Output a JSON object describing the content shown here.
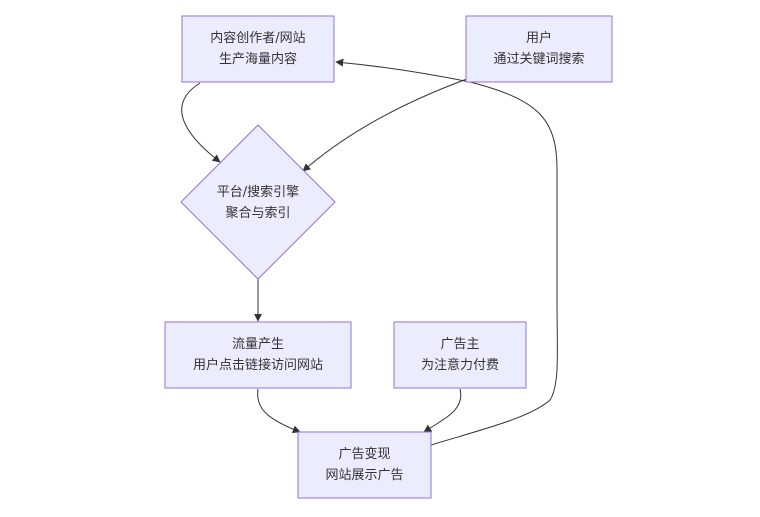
{
  "diagram": {
    "type": "flowchart",
    "colors": {
      "node_fill": "#ECECFF",
      "node_stroke": "#9370DB",
      "edge": "#333333",
      "text": "#333333"
    },
    "nodes": [
      {
        "id": "creator",
        "shape": "rect",
        "line1": "内容创作者/网站",
        "line2": "生产海量内容"
      },
      {
        "id": "user",
        "shape": "rect",
        "line1": "用户",
        "line2": "通过关键词搜索"
      },
      {
        "id": "platform",
        "shape": "diamond",
        "line1": "平台/搜索引擎",
        "line2": "聚合与索引"
      },
      {
        "id": "traffic",
        "shape": "rect",
        "line1": "流量产生",
        "line2": "用户点击链接访问网站"
      },
      {
        "id": "advertiser",
        "shape": "rect",
        "line1": "广告主",
        "line2": "为注意力付费"
      },
      {
        "id": "monetize",
        "shape": "rect",
        "line1": "广告变现",
        "line2": "网站展示广告"
      }
    ],
    "edges": [
      {
        "from": "creator",
        "to": "platform"
      },
      {
        "from": "user",
        "to": "platform"
      },
      {
        "from": "platform",
        "to": "traffic"
      },
      {
        "from": "traffic",
        "to": "monetize"
      },
      {
        "from": "advertiser",
        "to": "monetize"
      },
      {
        "from": "monetize",
        "to": "creator"
      }
    ]
  }
}
